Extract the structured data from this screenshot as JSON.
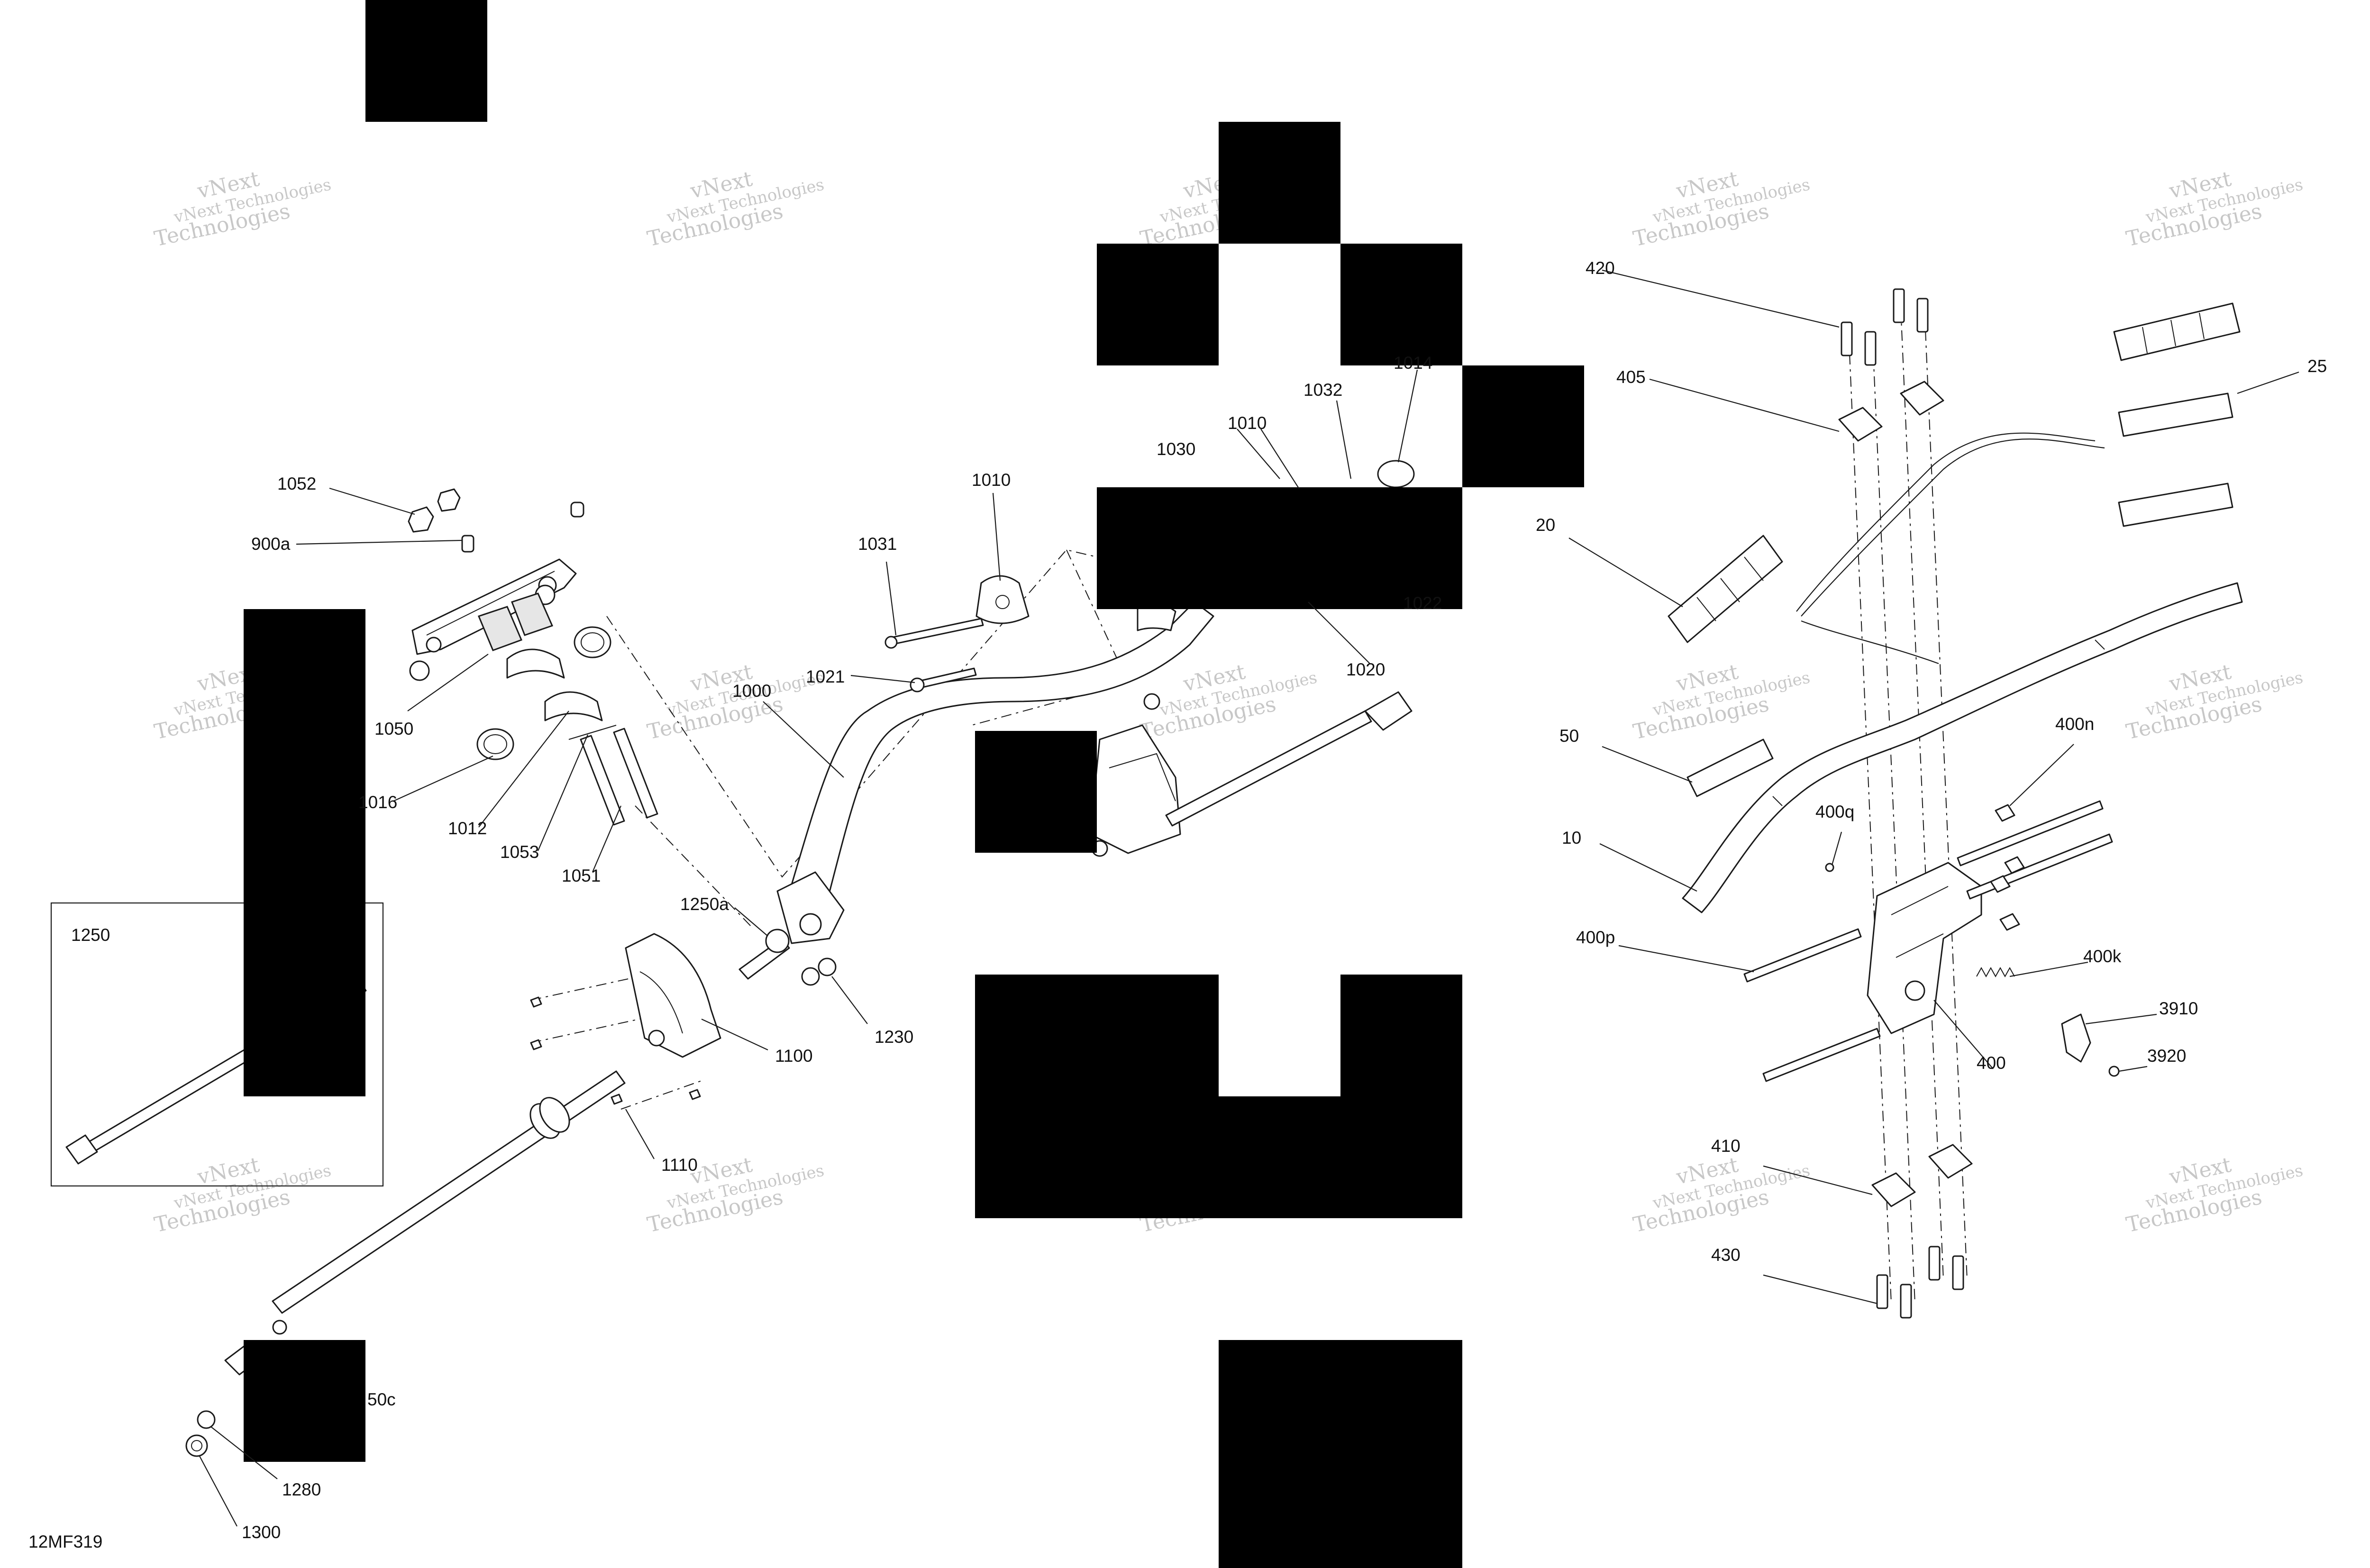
{
  "diagram_code": "12MF319",
  "watermark": {
    "line1": "vNext Technologies",
    "line2": "vNext",
    "line3": "Technologies"
  },
  "callouts": [
    "1052",
    "900a",
    "1050",
    "1016",
    "1012",
    "1053",
    "1051",
    "1250",
    "1250a",
    "1230",
    "1100",
    "1110",
    "1280",
    "1300",
    "50c",
    "1010",
    "1031",
    "1021",
    "1000",
    "1030",
    "1010",
    "1032",
    "1014",
    "1020",
    "1022",
    "420",
    "405",
    "25",
    "20",
    "50",
    "10",
    "400q",
    "400n",
    "400p",
    "400k",
    "3910",
    "3920",
    "400",
    "410",
    "430"
  ]
}
